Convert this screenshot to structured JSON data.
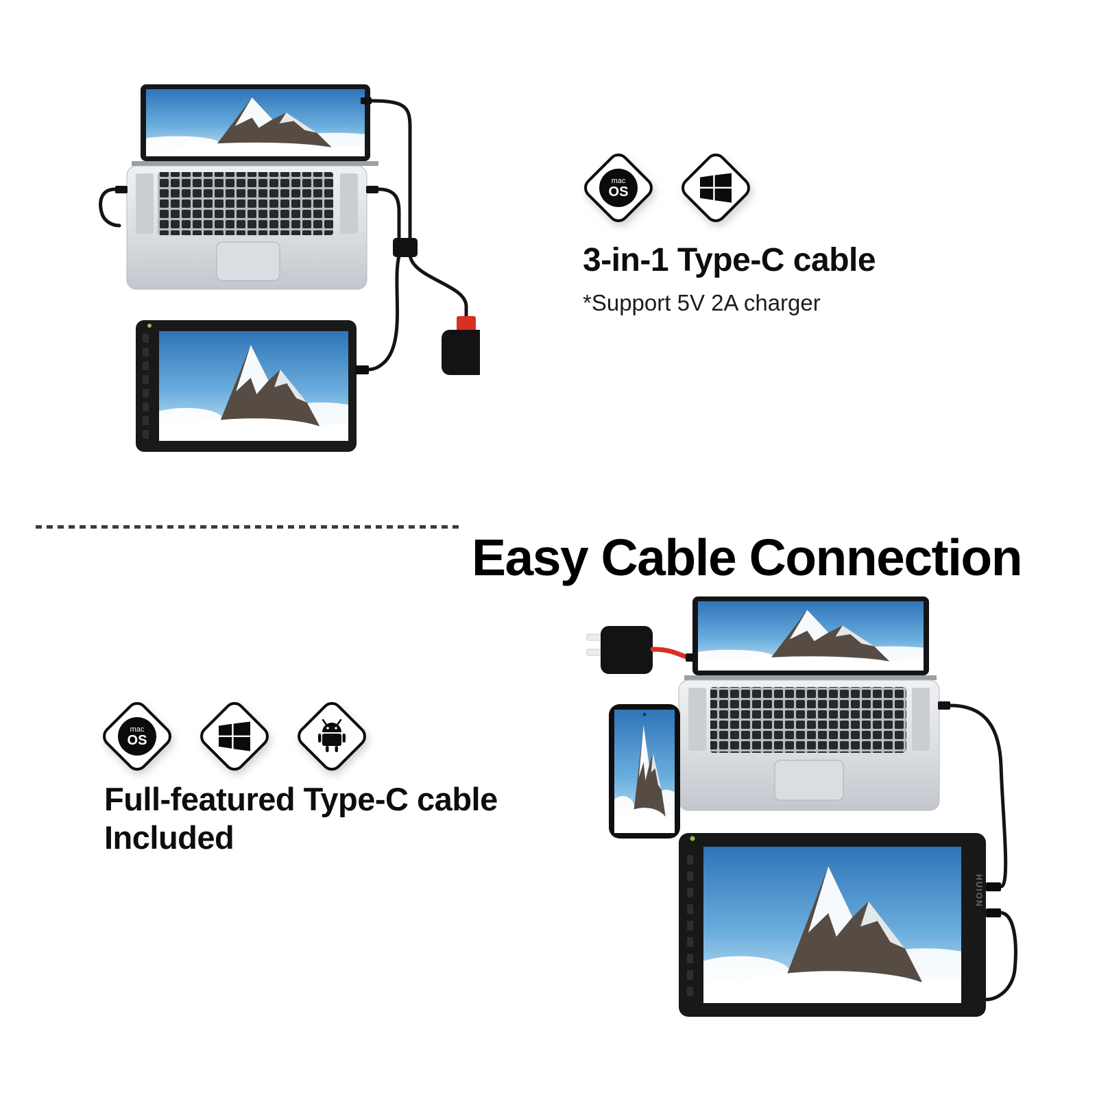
{
  "title": "Easy Cable Connection",
  "brand": "HUION",
  "top_section": {
    "heading": "3-in-1 Type-C cable",
    "note": "*Support 5V 2A charger",
    "os_badges": [
      {
        "name": "macos-icon",
        "line1": "mac",
        "line2": "OS"
      },
      {
        "name": "windows-icon"
      }
    ]
  },
  "bottom_section": {
    "heading_line1": "Full-featured Type-C cable",
    "heading_line2": "Included",
    "os_badges": [
      {
        "name": "macos-icon",
        "line1": "mac",
        "line2": "OS"
      },
      {
        "name": "windows-icon"
      },
      {
        "name": "android-icon"
      }
    ]
  },
  "colors": {
    "background": "#ffffff",
    "text": "#0d0d0d",
    "cable_black": "#141414",
    "cable_red": "#d93025",
    "logo_green": "#8bc34a"
  }
}
